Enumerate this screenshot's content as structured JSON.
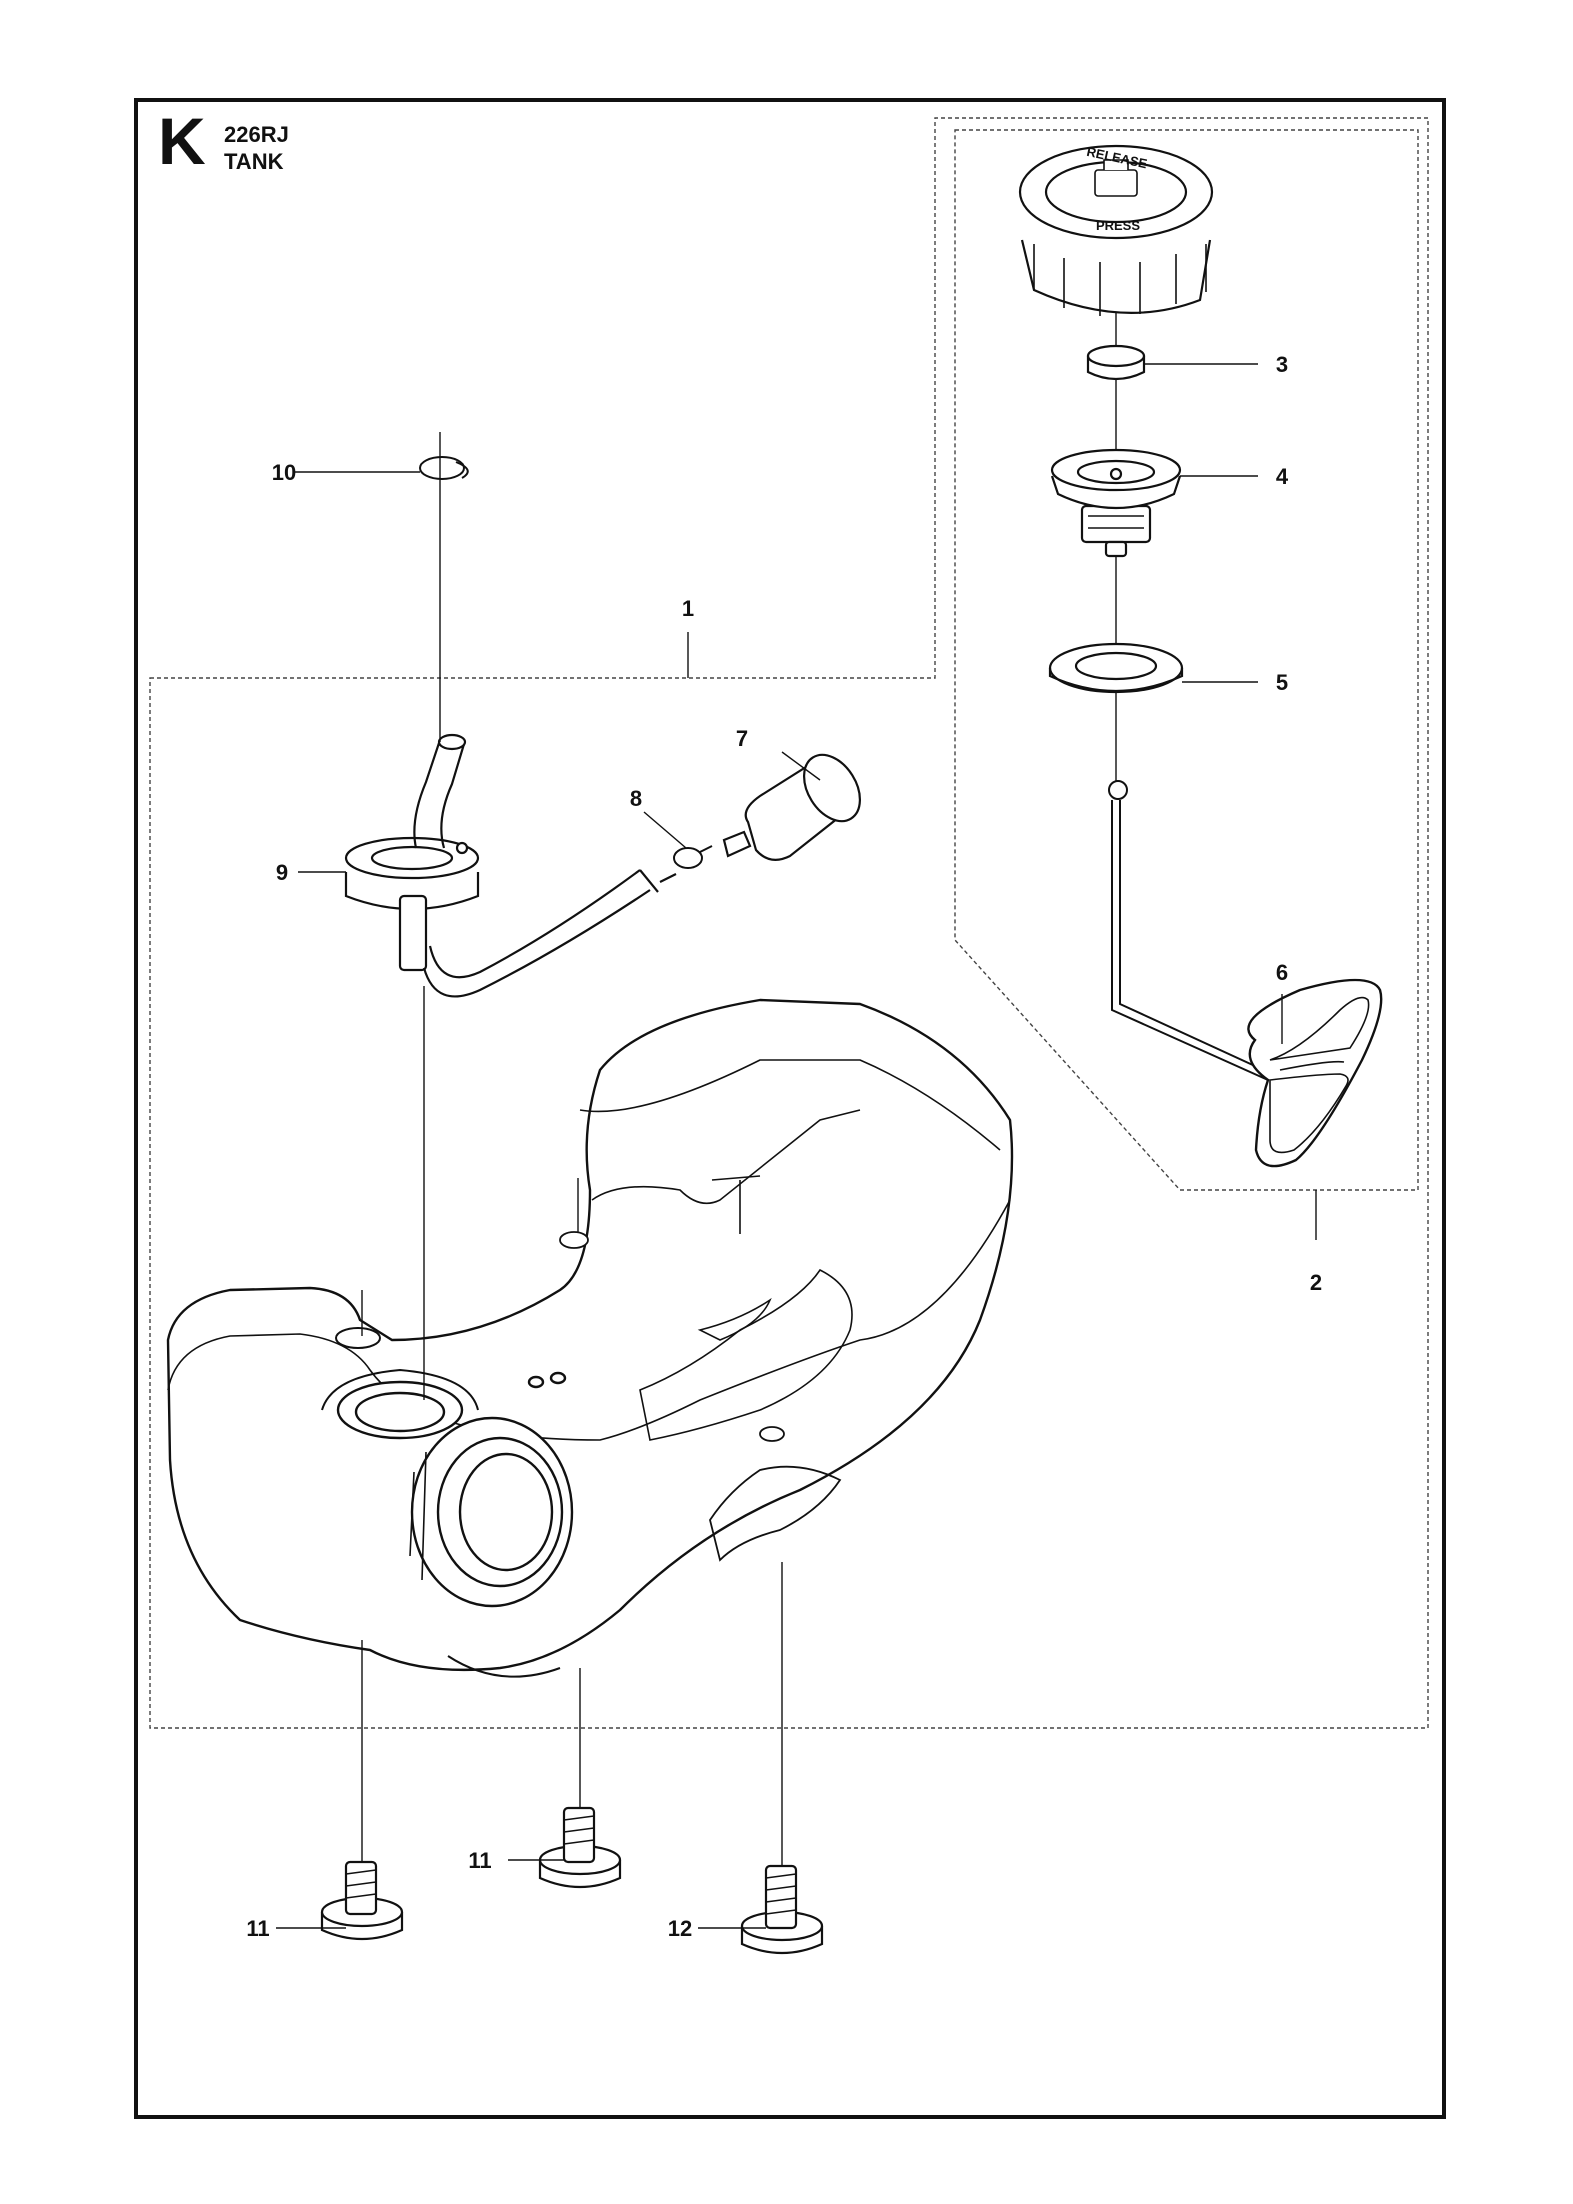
{
  "header": {
    "section_letter": "K",
    "model": "226RJ",
    "title": "TANK"
  },
  "callouts": {
    "c1": "1",
    "c2": "2",
    "c3": "3",
    "c4": "4",
    "c5": "5",
    "c6": "6",
    "c7": "7",
    "c8": "8",
    "c9": "9",
    "c10": "10",
    "c11a": "11",
    "c11b": "11",
    "c12": "12"
  },
  "cap_text": {
    "top": "RELEASE",
    "bottom": "PRESS"
  }
}
